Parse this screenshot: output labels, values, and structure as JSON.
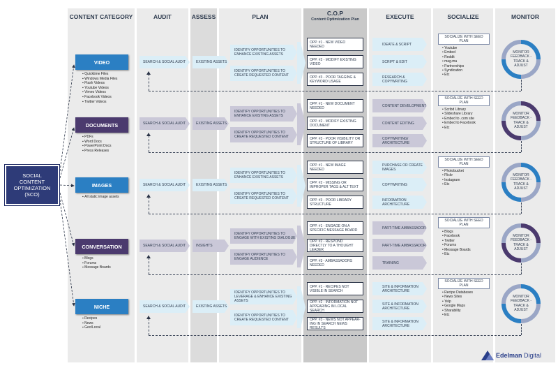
{
  "headers": {
    "content_category": "CONTENT CATEGORY",
    "audit": "AUDIT",
    "assess": "ASSESS",
    "plan": "PLAN",
    "cop": "C.O.P",
    "cop_sub": "Content Optimization Plan",
    "execute": "EXECUTE",
    "socialize": "SOCIALIZE",
    "monitor": "MONITOR"
  },
  "sco": {
    "line1": "SOCIAL",
    "line2": "CONTENT",
    "line3": "OPTIMIZATION",
    "line4": "(SCO)"
  },
  "rows": [
    {
      "category": "VIDEO",
      "category_color": "#2b7fc3",
      "items": [
        "Quicktime Files",
        "Windows Media Files",
        "Flash Videos",
        "Youtube Videos",
        "Vimeo Videos",
        "Facebook Videos",
        "Twitter Videos"
      ],
      "audit": "SEARCH & SOCIAL AUDIT",
      "assess": "EXISTING ASSETS",
      "plan": [
        "IDENTIFY OPPORTUNITIES TO ENHANCE EXISTING ASSETS",
        "IDENTIFY OPPORTUNITIES TO CREATE REQUESTED CONTENT"
      ],
      "opps": [
        "OPP. #1 - NEW VIDEO NEEDED",
        "OPP. #2 - MODIFY EXISTING VIDEO",
        "OPP. #3 - POOR TAGGING & KEYWORD USAGE"
      ],
      "execute": [
        "IDEATE & SCRIPT",
        "SCRIPT & EDIT",
        "RESEARCH & COPYWRITING"
      ],
      "socialize_header": "SOCIALIZE WITH SEED PLAN",
      "socialize": [
        "Youtube",
        "Embed",
        "Reddit",
        "mag.ma",
        "Partnerships",
        "Syndication",
        "Etc"
      ],
      "monitor": "MONITOR FEEDBACK - TRACK & ADJUST"
    },
    {
      "category": "DOCUMENTS",
      "category_color": "#4b3a6e",
      "items": [
        "PDFs",
        "Word Docs",
        "PowerPoint Docs",
        "Press Releases"
      ],
      "audit": "SEARCH & SOCIAL AUDIT",
      "assess": "EXISTING ASSETS",
      "plan": [
        "IDENTIFY OPPORTUNITIES TO ENHANCE EXISTING ASSETS",
        "IDENTIFY OPPORTUNITIES TO CREATE REQUESTED CONTENT"
      ],
      "opps": [
        "OPP. #1 - NEW DOCUMENT NEEDED",
        "OPP. #2 - MODIFY EXISTING DOCUMENT",
        "OPP. #3 - POOR VISIBILITY OR STRUCTURE OF LIBRARY"
      ],
      "execute": [
        "CONTENT DEVELOPMENT",
        "CONTENT EDITING",
        "COPYWRITING/ ARCHITECTURE"
      ],
      "socialize_header": "SOCIALIZE WITH SEED PLAN",
      "socialize": [
        "Scribd Library",
        "Slideshare Library",
        "Embed to .com site",
        "Embed to Facebook",
        "Etc"
      ],
      "monitor": "MONITOR FEEDBACK - TRACK & ADJUST"
    },
    {
      "category": "IMAGES",
      "category_color": "#2b7fc3",
      "items": [
        "All static image assets"
      ],
      "audit": "SEARCH & SOCIAL AUDIT",
      "assess": "EXISTING ASSETS",
      "plan": [
        "IDENTIFY OPPORTUNITIES TO ENHANCE EXISTING ASSETS",
        "IDENTIFY OPPORTUNITIES TO CREATE REQUESTED CONTENT"
      ],
      "opps": [
        "OPP. #1 - NEW IMAGE NEEDED",
        "OPP. #2 - MISSING OR IMPROPER TAGS & ALT TEXT",
        "OPP. #3 - POOR LIBRARY STRUCTURE"
      ],
      "execute": [
        "PURCHASE OR CREATE IMAGES",
        "COPYWRITING",
        "INFORMATION ARCHITECTURE"
      ],
      "socialize_header": "SOCIALIZE WITH SEED PLAN",
      "socialize": [
        "Photobucket",
        "Flickr",
        "Instagram",
        "Etc"
      ],
      "monitor": "MONITOR FEEDBACK - TRACK & ADJUST"
    },
    {
      "category": "CONVERSATION",
      "category_color": "#4b3a6e",
      "items": [
        "Blogs",
        "Forums",
        "Message Boards"
      ],
      "audit": "SEARCH & SOCIAL AUDIT",
      "assess": "INSIGHTS",
      "plan": [
        "IDENTIFY OPPORTUNITIES TO ENGAGE WITH EXISTING DIALOGUE",
        "IDENTIFY OPPORTUNITIES TO ENGAGE AUDIENCE"
      ],
      "opps": [
        "OPP. #1 - ENGAGE ON A SPECIFIC MESSAGE BOARD",
        "OPP. #2 - RESPOND DIRECTLY TO A THOUGHT LEADER",
        "OPP. #3 - AMBASSADORS NEEDED"
      ],
      "execute": [
        "PART-TIME AMBASSADOR",
        "PART-TIME AMBASSADOR",
        "TRAINING"
      ],
      "socialize_header": "SOCIALIZE WITH SEED PLAN",
      "socialize": [
        "Blogs",
        "Facebook",
        "Twitter",
        "Forums",
        "Message Boards",
        "Etc"
      ],
      "monitor": "MONITOR FEEDBACK - TRACK & ADJUST"
    },
    {
      "category": "NICHE",
      "category_color": "#2b7fc3",
      "items": [
        "Recipes",
        "News",
        "Geo/Local"
      ],
      "audit": "SEARCH & SOCIAL AUDIT",
      "assess": "EXISTING ASSETS",
      "plan": [
        "IDENTIFY OPPORTUNITIES TO LEVERAGE & ENHANCE EXISTING ASSETS",
        "IDENTIFY OPPORTUNITIES TO CREATE REQUESTED CONTENT"
      ],
      "opps": [
        "OPP. #1 - RECIPES NOT VISIBLE IN SEARCH",
        "OPP. #2 - INFORMATION NOT APPEARING IN LOCAL SEARCH",
        "OPP. #3 - NEWS NOT APPEAR- ING IN SEARCH NEWS RESULTS"
      ],
      "execute": [
        "SITE & INFORMATION ARCHITECTURE",
        "SITE & INFORMATION ARCHITECTURE",
        "SITE & INFORMATION ARCHITECTURE"
      ],
      "socialize_header": "SOCIALIZE WITH SEED PLAN",
      "socialize": [
        "Recipe Databases",
        "News Sites",
        "Yelp",
        "Google Maps",
        "Sharability",
        "Etc"
      ],
      "monitor": "MONITOR FEEDBACK - TRACK & ADJUST"
    }
  ],
  "colors": {
    "light_blue": "#dbeef7",
    "light_purple": "#cac8d8",
    "cop_column": "#c9c9c9",
    "column_bg": "#ebebeb",
    "navy": "#2e3b78"
  },
  "brand": {
    "name_bold": "Edelman",
    "name_regular": "Digital"
  }
}
